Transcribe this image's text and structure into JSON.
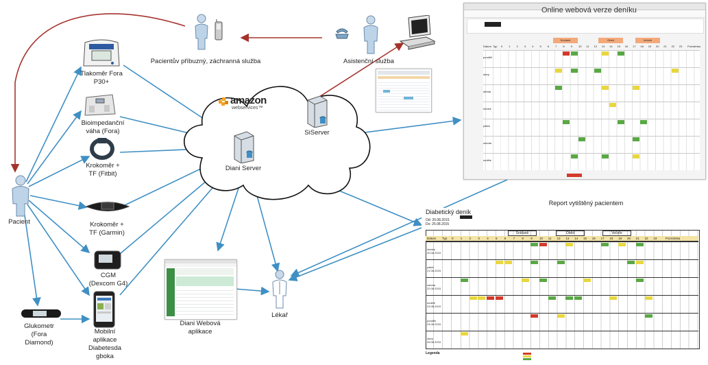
{
  "nodes": {
    "relatives": "Pacientův příbuzný, záchranná služba",
    "assist": "Asistenční služba",
    "tonometer": [
      "Tlakoměr Fora",
      "P30+"
    ],
    "scale": [
      "Bioimpedanční",
      "váha (Fora)"
    ],
    "fitbit": [
      "Krokoměr +",
      "TF (Fitbit)"
    ],
    "garmin": [
      "Krokoměr +",
      "TF (Garmin)"
    ],
    "cgm": [
      "CGM",
      "(Dexcom G4)"
    ],
    "mobile": [
      "Mobilní",
      "aplikace",
      "Diabetesda",
      "gboka"
    ],
    "glucometer": [
      "Glukometr",
      "(Fora",
      "Diamond)"
    ],
    "patient": "Pacient",
    "diani_server": "Diani Server",
    "siserver": "SiServer",
    "diani_web": [
      "Diani Webová",
      "aplikace"
    ],
    "doctor": "Lékař"
  },
  "aws": {
    "brand": "amazon",
    "sub": "webservices™"
  },
  "online": {
    "title": "Online webová verze deníku",
    "headers": [
      "Datum",
      "Typ",
      "0",
      "1",
      "2",
      "3",
      "4",
      "5",
      "6",
      "7",
      "8",
      "9",
      "10",
      "11",
      "12",
      "13",
      "14",
      "15",
      "16",
      "17",
      "18",
      "19",
      "20",
      "21",
      "22",
      "23",
      "Poznámka"
    ],
    "days": [
      "pondělí",
      "úterý",
      "středa",
      "čtvrtek",
      "pátek",
      "sobota",
      "neděle"
    ],
    "meals": [
      "Snídaně",
      "Oběd",
      "Večeře"
    ]
  },
  "report": {
    "title": "Report vytištěný pacientem",
    "doc_title": "Diabetický deník",
    "from": "Od: 20.08.2015",
    "to": "Do: 25.08.2015",
    "meals": [
      "Snídaně",
      "Oběd",
      "Večeře"
    ],
    "cols": [
      "Datum",
      "Typ",
      "0",
      "1",
      "2",
      "3",
      "4",
      "5",
      "6",
      "7",
      "8",
      "9",
      "10",
      "11",
      "12",
      "13",
      "14",
      "15",
      "16",
      "17",
      "18",
      "19",
      "20",
      "21",
      "22",
      "23",
      "Poznámka"
    ],
    "days": [
      "čtvrtek 20.08.2015",
      "pátek 21.08.2015",
      "sobota 22.08.2015",
      "neděle 23.08.2015",
      "pondělí 24.08.2015",
      "úterý 25.08.2015"
    ],
    "legend": "Legenda"
  },
  "colors": {
    "blue_arrow": "#3f8fc4",
    "red_arrow": "#a5332d",
    "cell_green": "#5aa845",
    "cell_yellow": "#e8d740",
    "cell_red": "#d23a2a",
    "cell_orange": "#f3a97a"
  }
}
